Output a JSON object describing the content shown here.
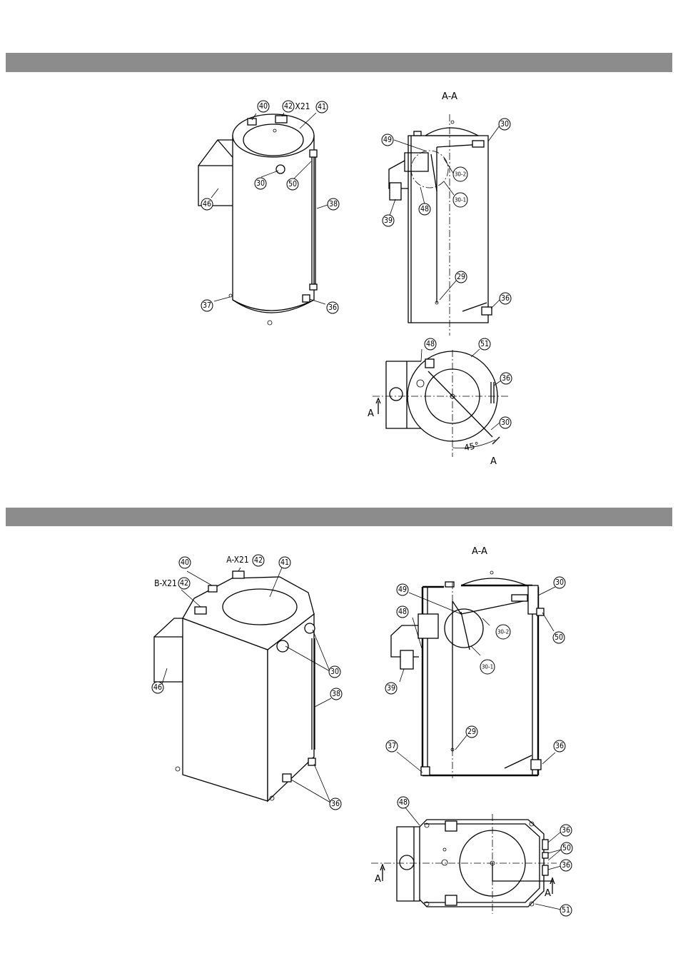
{
  "sections": [
    {
      "id": "top",
      "section_label": "A-A",
      "arrow_label": "A",
      "arrow_label_left": "A",
      "angle_label": "45°",
      "iso_callouts": [
        "40",
        "42",
        "X21",
        "41",
        "30",
        "50",
        "46",
        "38",
        "37",
        "36"
      ],
      "section_callouts": [
        "49",
        "30",
        "30-2",
        "30-1",
        "48",
        "39",
        "29",
        "36"
      ],
      "plan_callouts": [
        "48",
        "51",
        "36",
        "30"
      ]
    },
    {
      "id": "bottom",
      "section_label": "A-A",
      "arrow_label": "A",
      "arrow_label_left": "A",
      "iso_callouts": [
        "40",
        "A-X21",
        "42",
        "41",
        "B-X21",
        "42",
        "30",
        "46",
        "38",
        "36"
      ],
      "section_callouts": [
        "49",
        "30",
        "48",
        "50",
        "30-2",
        "39",
        "30-1",
        "29",
        "37",
        "36"
      ],
      "plan_callouts": [
        "48",
        "36",
        "50",
        "36",
        "51"
      ]
    }
  ]
}
